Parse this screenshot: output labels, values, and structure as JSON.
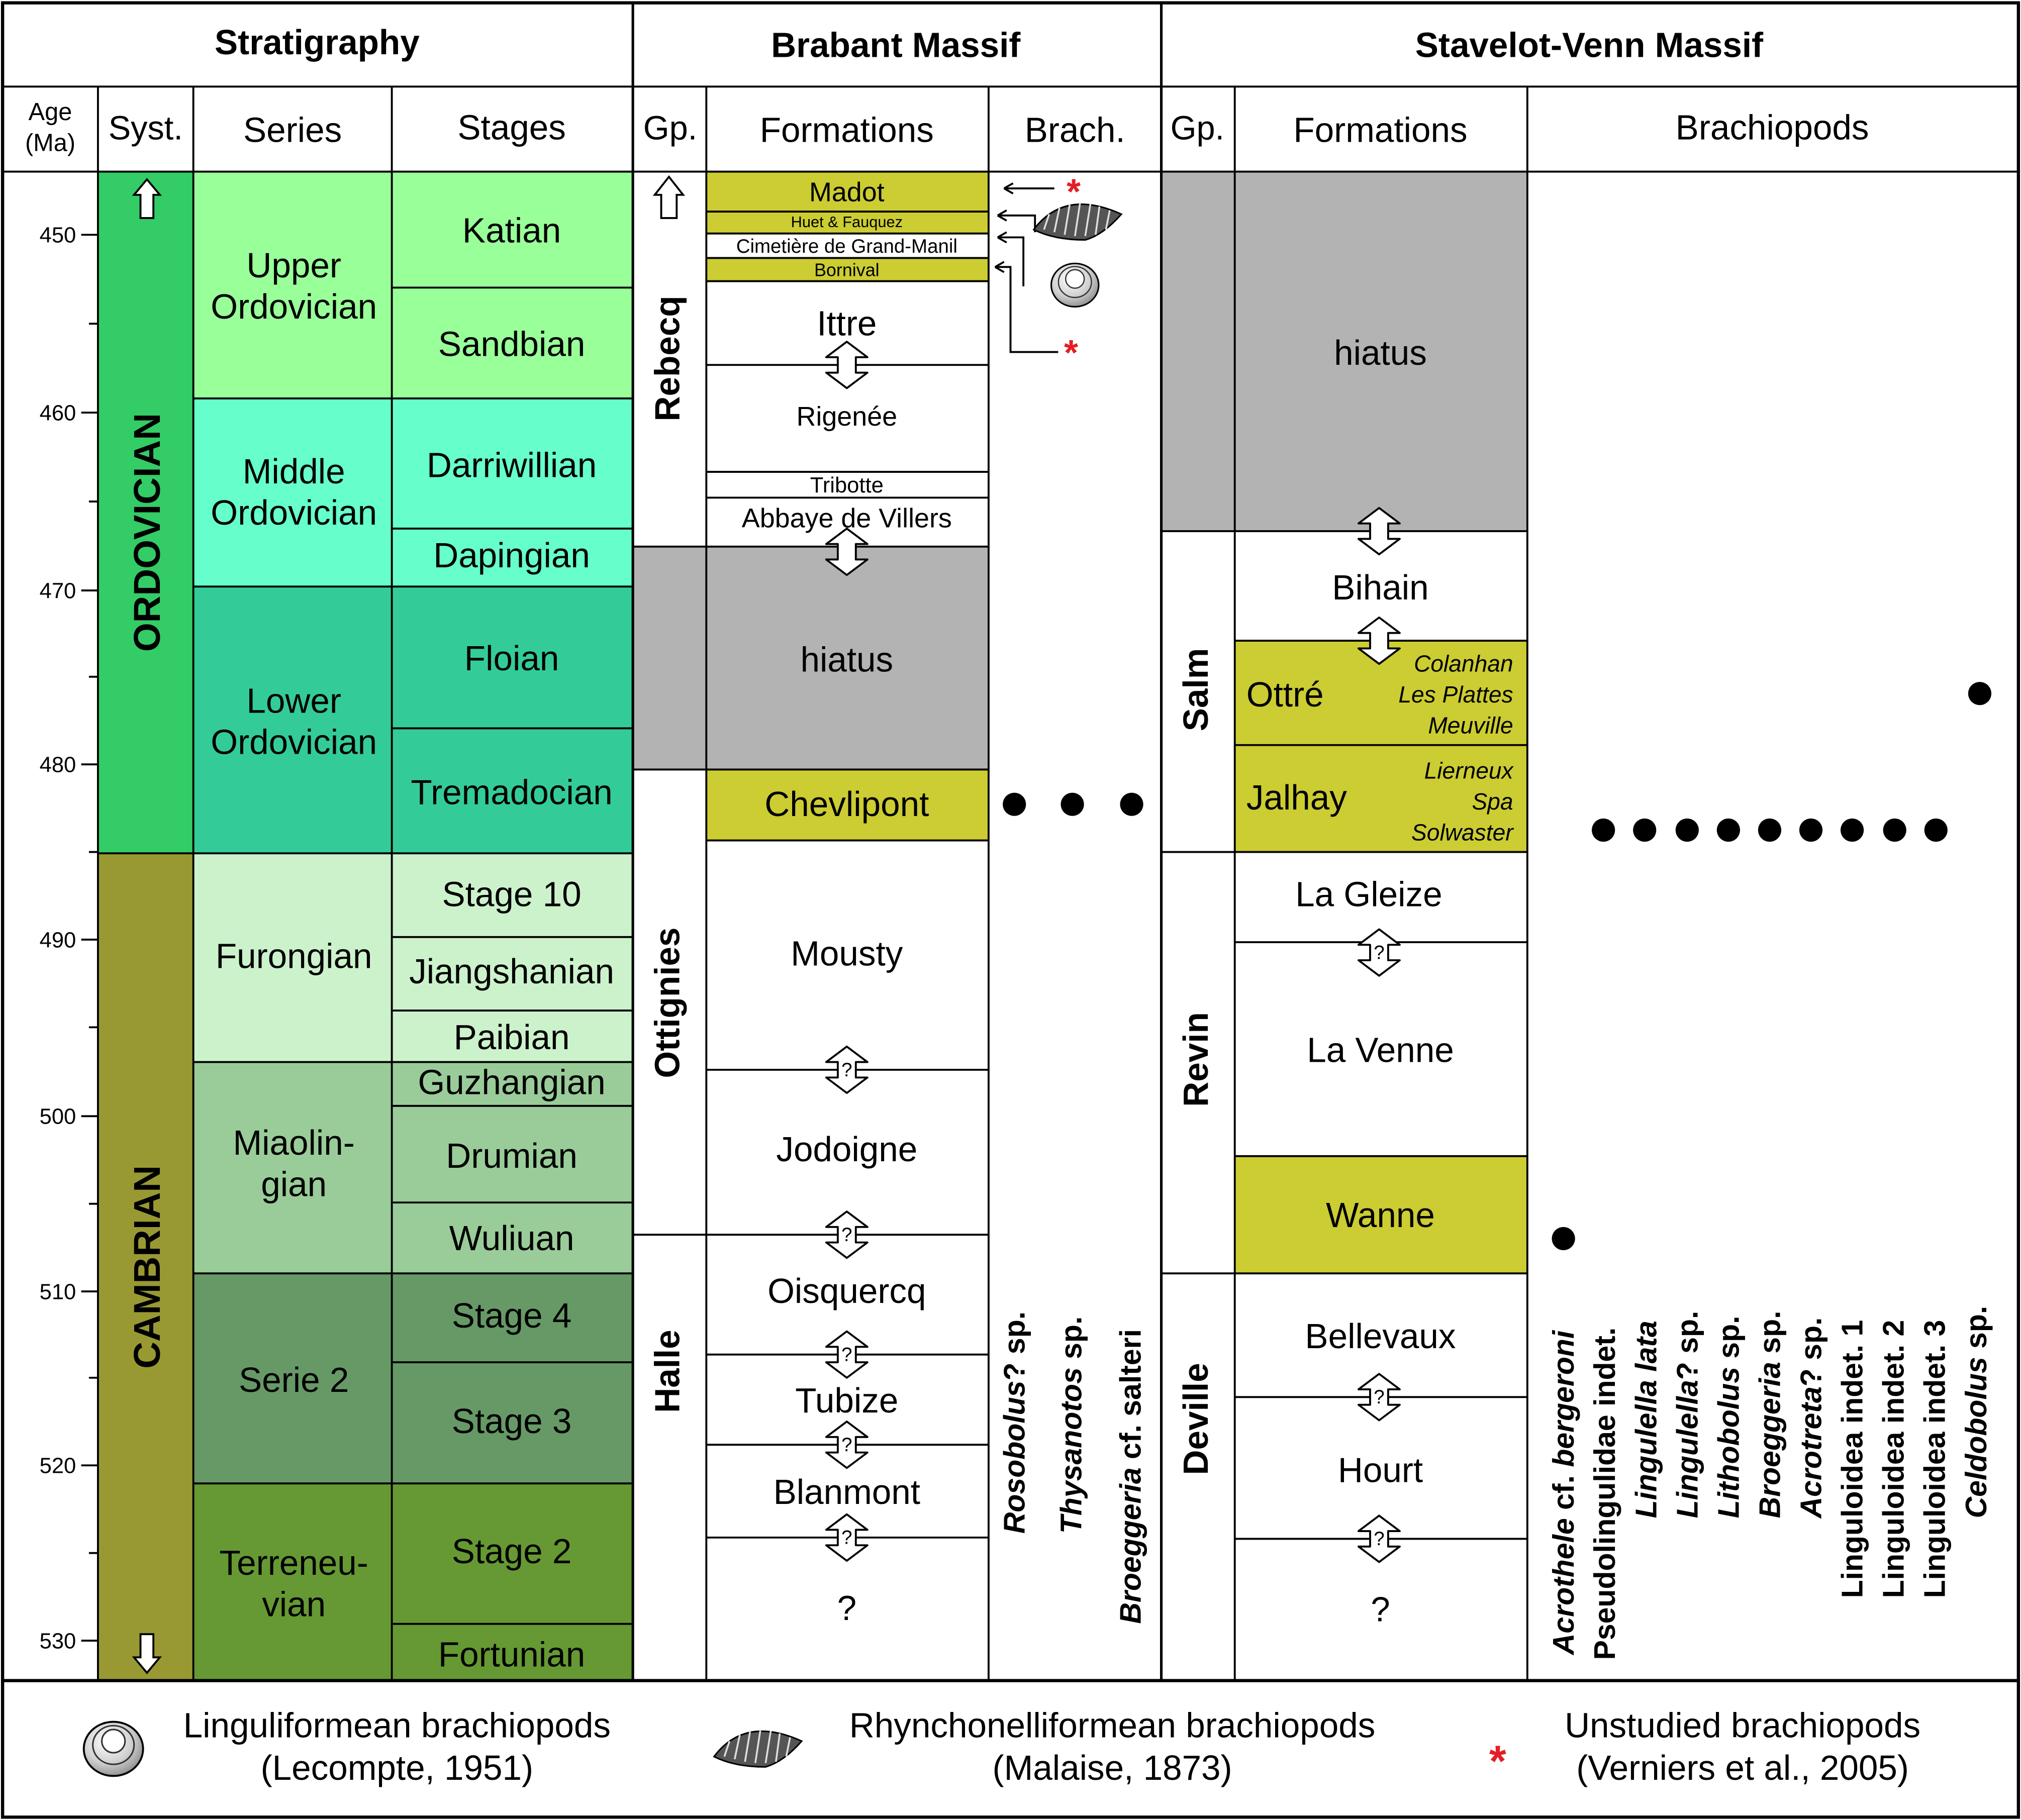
{
  "headers": {
    "stratigraphy": "Stratigraphy",
    "brabant": "Brabant Massif",
    "stavelot": "Stavelot-Venn Massif",
    "age1": "Age",
    "age2": "(Ma)",
    "syst": "Syst.",
    "series": "Series",
    "stages": "Stages",
    "gp_b": "Gp.",
    "formations_b": "Formations",
    "brach": "Brach.",
    "gp_s": "Gp.",
    "formations_s": "Formations",
    "brachiopods": "Brachiopods"
  },
  "age_ticks": [
    "450",
    "460",
    "470",
    "480",
    "490",
    "500",
    "510",
    "520",
    "530"
  ],
  "systems": {
    "ordovician": "ORDOVICIAN",
    "cambrian": "CAMBRIAN"
  },
  "series": {
    "upper": [
      "Upper",
      "Ordovician"
    ],
    "middle": [
      "Middle",
      "Ordovician"
    ],
    "lower": [
      "Lower",
      "Ordovician"
    ],
    "furongian": "Furongian",
    "miaolingian": [
      "Miaolin-",
      "gian"
    ],
    "serie2": "Serie 2",
    "terreneuvian": [
      "Terreneu-",
      "vian"
    ]
  },
  "stages": [
    "Katian",
    "Sandbian",
    "Darriwillian",
    "Dapingian",
    "Floian",
    "Tremadocian",
    "Stage 10",
    "Jiangshanian",
    "Paibian",
    "Guzhangian",
    "Drumian",
    "Wuliuan",
    "Stage 4",
    "Stage 3",
    "Stage 2",
    "Fortunian"
  ],
  "brabant_groups": {
    "rebecq": "Rebecq",
    "ottignies": "Ottignies",
    "halle": "Halle"
  },
  "brabant_formations": {
    "madot": "Madot",
    "huet": "Huet & Fauquez",
    "cimetiere": "Cimetière de Grand-Manil",
    "bornival": "Bornival",
    "ittre": "Ittre",
    "rigenee": "Rigenée",
    "tribotte": "Tribotte",
    "abbaye": "Abbaye de Villers",
    "hiatus": "hiatus",
    "chevlipont": "Chevlipont",
    "mousty": "Mousty",
    "jodoigne": "Jodoigne",
    "oisquercq": "Oisquercq",
    "tubize": "Tubize",
    "blanmont": "Blanmont",
    "unknown": "?"
  },
  "brabant_taxa": [
    {
      "pre": "Rosobolus",
      "post": "? sp."
    },
    {
      "pre": "Thysanotos",
      "post": " sp."
    },
    {
      "pre": "Broeggeria",
      "post": " cf. salteri"
    }
  ],
  "stavelot_groups": {
    "salm": "Salm",
    "revin": "Revin",
    "deville": "Deville"
  },
  "stavelot_formations": {
    "hiatus": "hiatus",
    "bihain": "Bihain",
    "ottre": "Ottré",
    "jalhay": "Jalhay",
    "lagleize": "La Gleize",
    "lavenne": "La Venne",
    "wanne": "Wanne",
    "bellevaux": "Bellevaux",
    "hourt": "Hourt",
    "unknown": "?"
  },
  "ottre_members": [
    "Colanhan",
    "Les Plattes",
    "Meuville"
  ],
  "jalhay_members": [
    "Lierneux",
    "Spa",
    "Solwaster"
  ],
  "stavelot_taxa": [
    {
      "i": "Acrothele",
      "r": " cf. ",
      "i2": "bergeroni"
    },
    {
      "i": "",
      "r": "Pseudolingulidae indet.",
      "i2": ""
    },
    {
      "i": "Lingulella lata",
      "r": "",
      "i2": ""
    },
    {
      "i": "Lingulella",
      "r": "? sp.",
      "i2": ""
    },
    {
      "i": "Lithobolus",
      "r": " sp.",
      "i2": ""
    },
    {
      "i": "Broeggeria",
      "r": " sp.",
      "i2": ""
    },
    {
      "i": "Acrotreta",
      "r": "? sp.",
      "i2": ""
    },
    {
      "i": "",
      "r": "Linguloidea indet. 1",
      "i2": ""
    },
    {
      "i": "",
      "r": "Linguloidea indet. 2",
      "i2": ""
    },
    {
      "i": "",
      "r": "Linguloidea indet. 3",
      "i2": ""
    },
    {
      "i": "Celdobolus",
      "r": " sp.",
      "i2": ""
    }
  ],
  "question_mark": "?",
  "legend": {
    "lingul1": "Linguliformean brachiopods",
    "lingul2": "(Lecompte, 1951)",
    "rhyn1": "Rhynchonelliformean brachiopods",
    "rhyn2": "(Malaise, 1873)",
    "unst1": "Unstudied brachiopods",
    "unst2": "(Verniers et al., 2005)",
    "star": "*"
  },
  "colors": {
    "ordovician": "#33cc66",
    "cambrian": "#999933",
    "hiatus": "#b3b3b3",
    "formation_yellow": "#cccc33",
    "marker_red": "#e41e26"
  }
}
